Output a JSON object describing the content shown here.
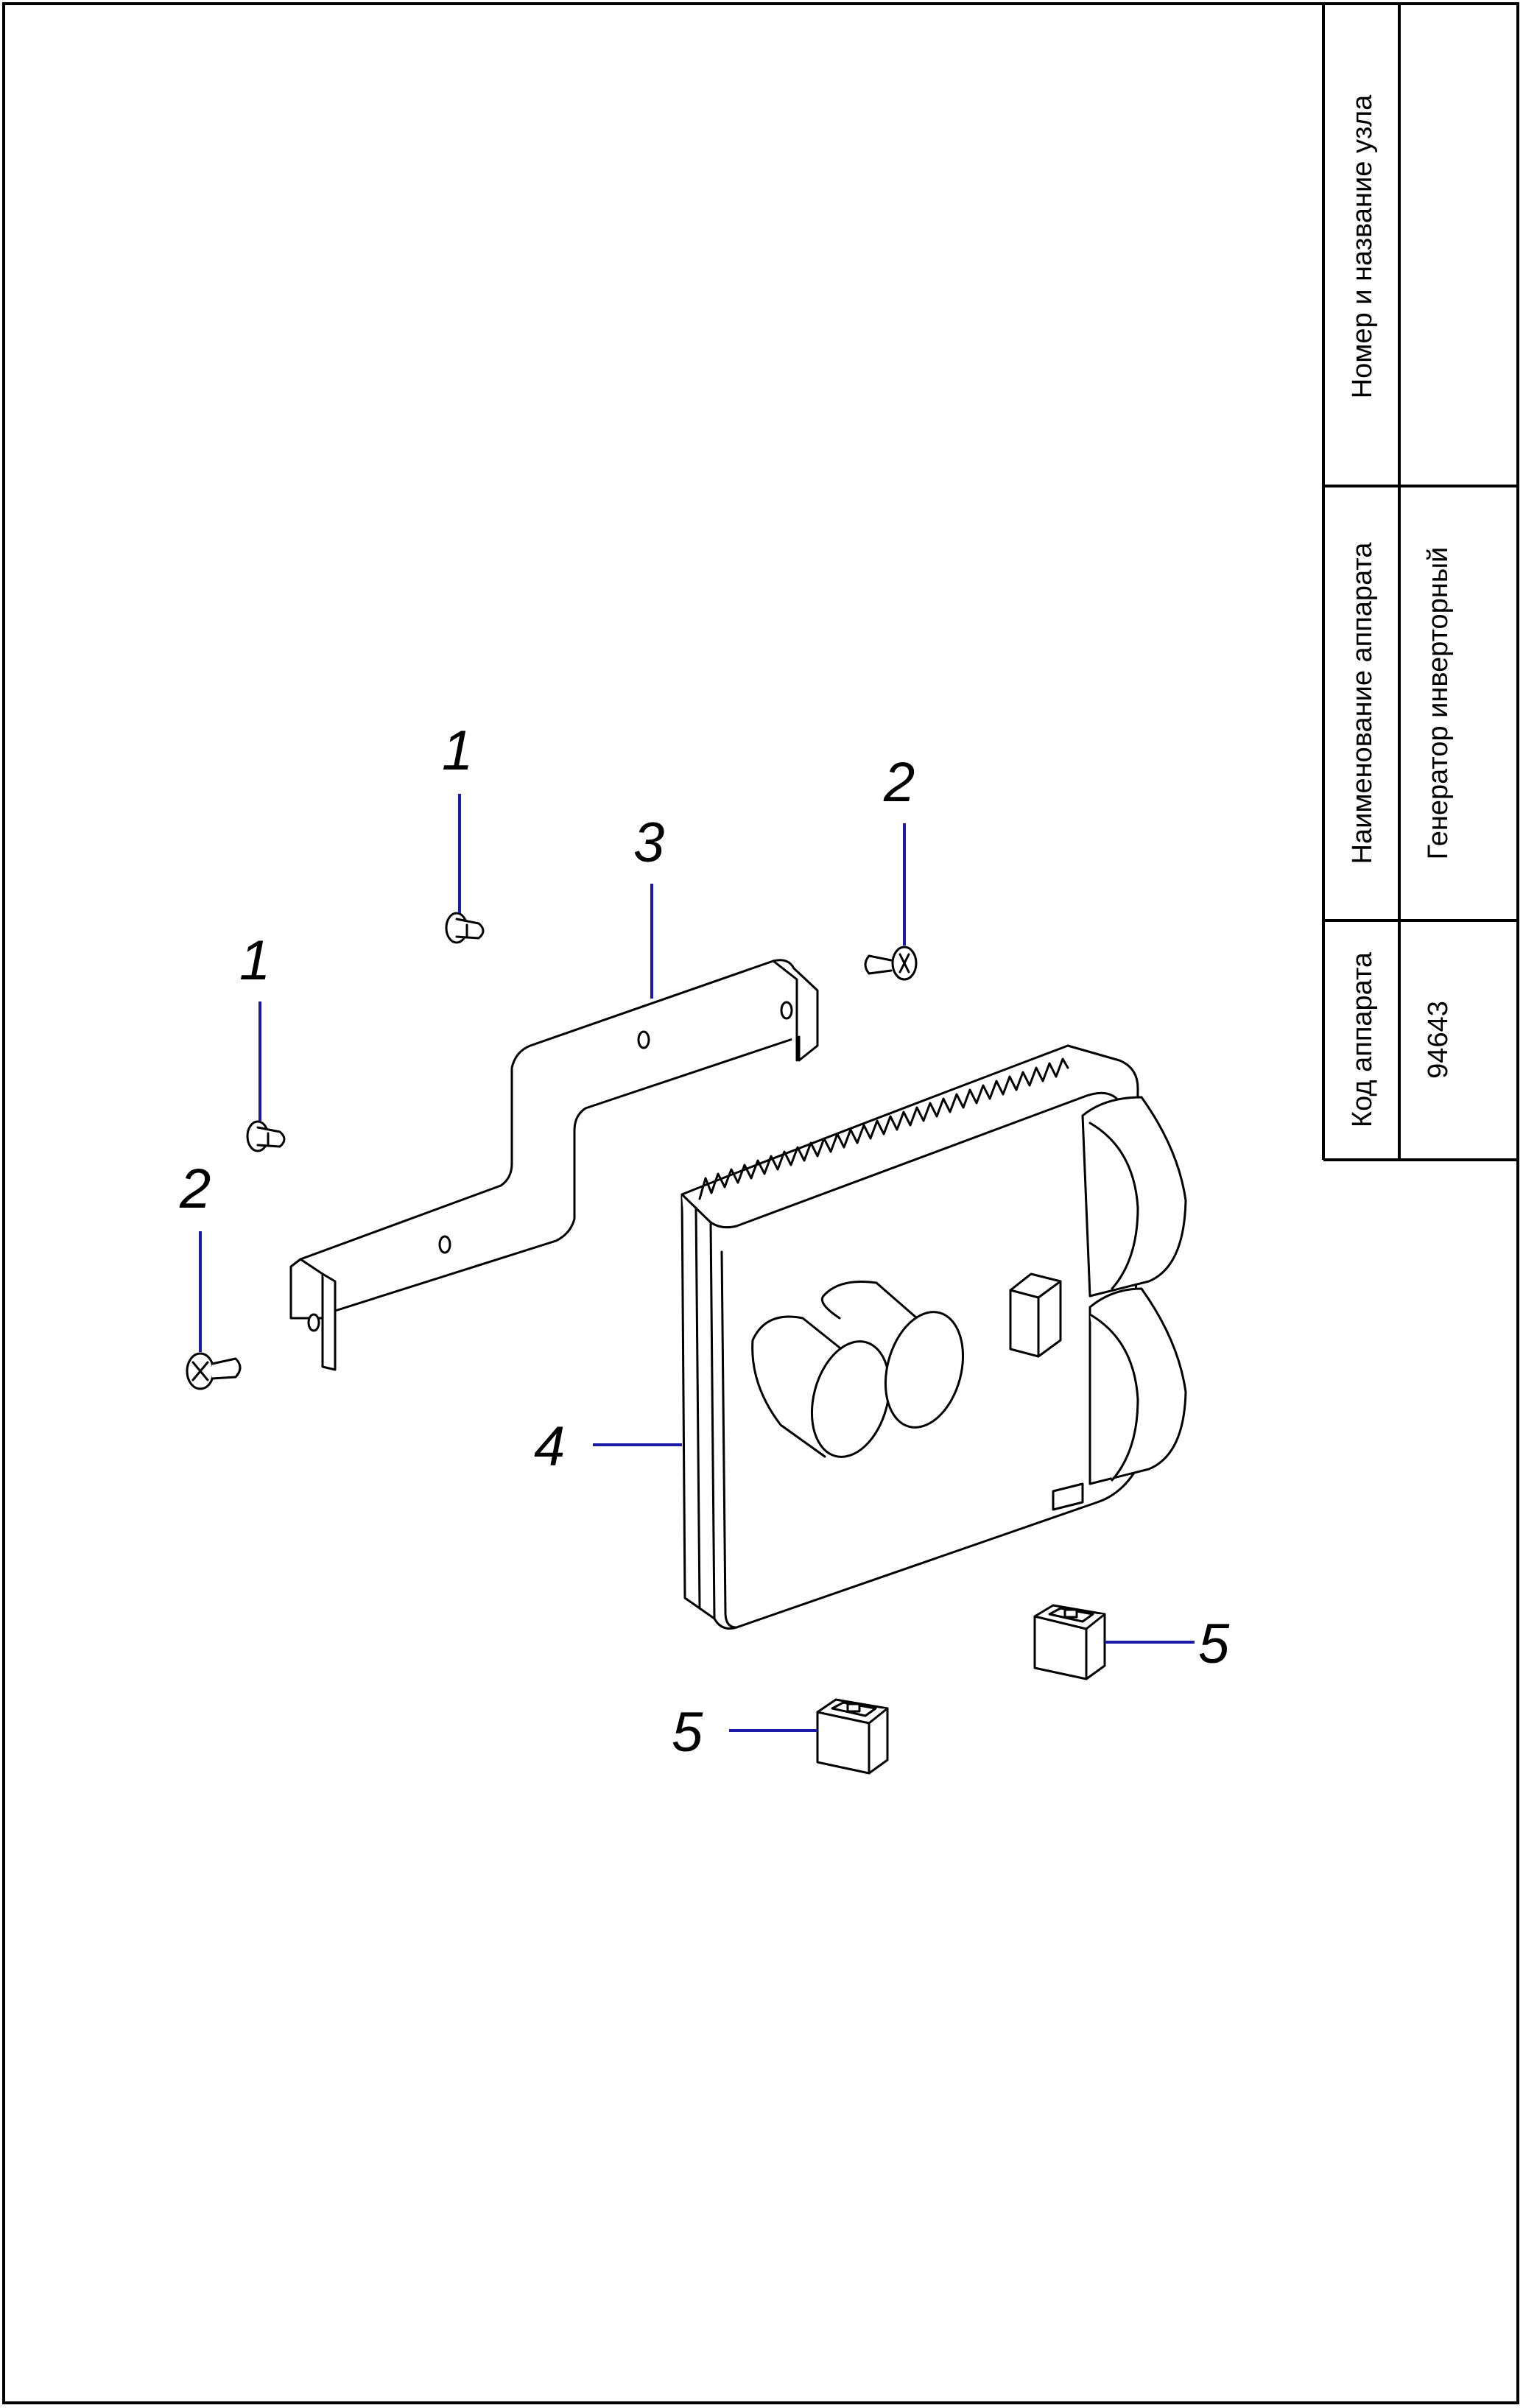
{
  "title_block": {
    "col_headers": {
      "node": "Номер и название узла",
      "device_name": "Наименование аппарата",
      "device_code": "Код аппарата"
    },
    "values": {
      "node": "",
      "device_name": "Генератор инверторный",
      "device_code": "94643"
    }
  },
  "callouts": [
    {
      "id": "screw-1a",
      "label": "1"
    },
    {
      "id": "screw-1b",
      "label": "1"
    },
    {
      "id": "screw-2a",
      "label": "2"
    },
    {
      "id": "screw-2b",
      "label": "2"
    },
    {
      "id": "bracket",
      "label": "3"
    },
    {
      "id": "inverter-module",
      "label": "4"
    },
    {
      "id": "connector-a",
      "label": "5"
    },
    {
      "id": "connector-b",
      "label": "5"
    }
  ],
  "colors": {
    "leader": "#1a1aa8",
    "line": "#000000",
    "background": "#ffffff"
  }
}
